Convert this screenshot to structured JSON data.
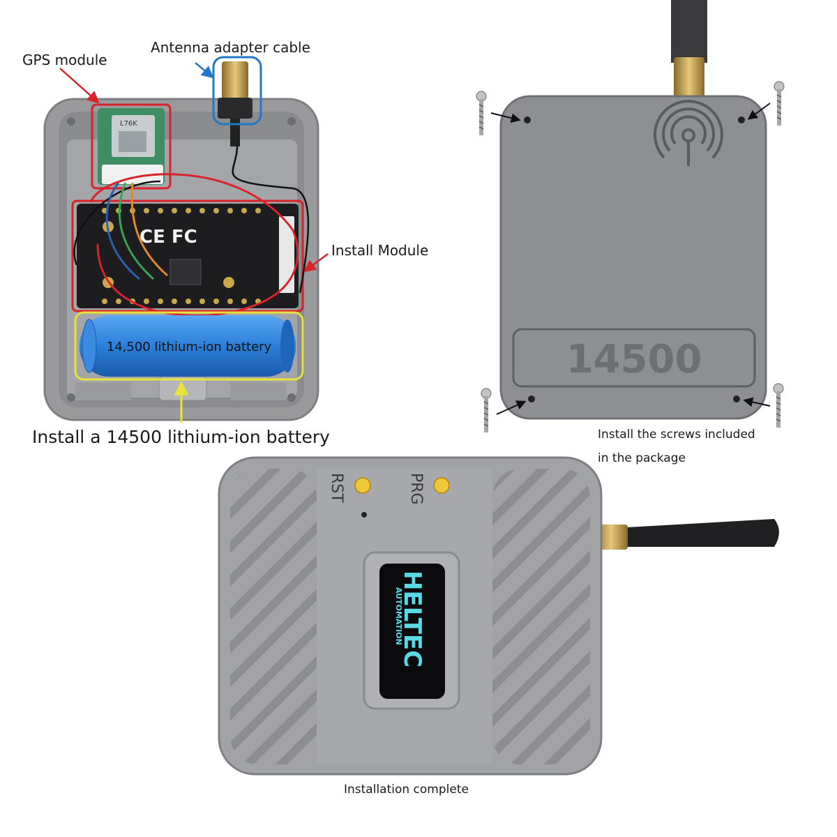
{
  "labels": {
    "gps_module": "GPS module",
    "antenna_cable": "Antenna adapter cable",
    "install_module": "Install Module",
    "battery_inside": "14,500 lithium-ion battery",
    "install_battery": "Install a 14500 lithium-ion battery",
    "screws_line1": "Install the screws included",
    "screws_line2": "in the package",
    "complete": "Installation complete"
  },
  "device_markings": {
    "gps_chip": "L76K",
    "certification": "CE FC",
    "back_plate_number": "14500",
    "button_left": "RST",
    "button_right": "PRG",
    "brand_logo": "HELTEC",
    "brand_sub": "AUTOMATION"
  },
  "icons": [
    "screw-icon",
    "antenna-signal-icon",
    "pointer-arrow-icon"
  ],
  "colors": {
    "case_gray": "#9a9a9c",
    "case_dark": "#7e7f82",
    "pcb_black": "#1d1d20",
    "gps_green": "#3f8e63",
    "battery_blue": "#2b7fd9",
    "highlight_red": "#d8232a",
    "highlight_blue": "#1f78c8",
    "highlight_yellow": "#e8e23a",
    "button_yellow": "#f0c63a",
    "logo_cyan": "#5ad8e6"
  }
}
